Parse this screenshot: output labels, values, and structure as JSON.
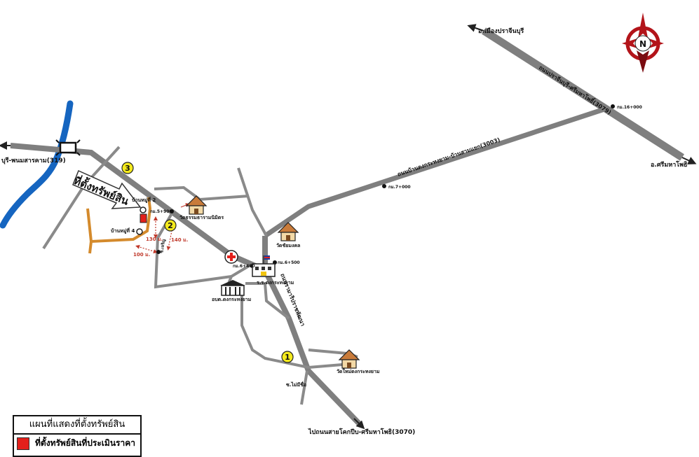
{
  "roads": {
    "highway_319": "บุรี-พนมสารคาม(319)",
    "mueang_prachinburi": "อ.เมืองปราจีนบุรี",
    "road_3079": "ถนนปราจีนบุรี-ศรีมหาโพธิ์(3079)",
    "si_maha_phot": "อ.ศรีมหาโพธิ",
    "road_3003": "ถนนบ้านดงกระทงยาม-บ้านสามแยก(3003)",
    "ramasuthi": "ถนนรามาริปราชพัฒนา",
    "road_3070": "ไปถนนสายโคกปีบ-ศรีมหาโพธิ(3070)"
  },
  "km_markers": {
    "km16": "กม.16+000",
    "km7": "กม.7+000",
    "km5": "กม.5+900",
    "km6_400": "กม.6+400",
    "km6_500": "กม.6+500"
  },
  "places": {
    "wat_1": "วัดธรรมธารามนิมิตร",
    "wat_2": "วัดชัยมงคล",
    "school": "ร.ร.ดงกระทงยาม",
    "tambon_office": "อบต.ดงกระทงยาม",
    "wat_3": "วัดใหม่ดงกระทงยาม",
    "village_a": "บ้านหมู่ที่ 2",
    "village_b": "บ้านหมู่ที่ 4",
    "soi": "ซ.ไม่มีชื่อ",
    "side_road": "ซ.เจริญ"
  },
  "property_callout": "ที่ตั้งทรัพย์สิน",
  "distances": {
    "d130": "130 ม.",
    "d140": "140 ม.",
    "d100": "100 ม."
  },
  "markers": {
    "m1": "1",
    "m2": "2",
    "m3": "3"
  },
  "compass": "N",
  "legend": {
    "title": "แผนที่แสดงที่ตั้งทรัพย์สิน",
    "item": "ที่ตั้งทรัพย์สินที่ประเมินราคา"
  },
  "colors": {
    "road": "#7f7f7f",
    "local_road": "#8a8a8a",
    "river": "#1565c0",
    "access_road": "#d48a2c",
    "property": "#e3201b",
    "marker_yellow": "#f4ea1d",
    "compass_red": "#b3141a"
  }
}
